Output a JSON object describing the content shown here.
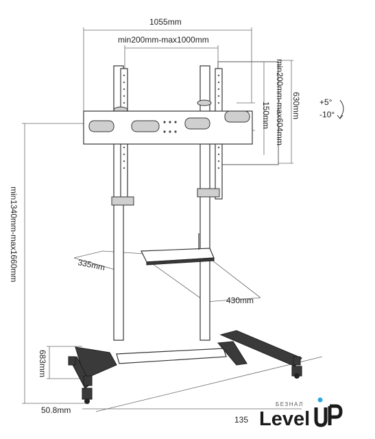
{
  "dimensions": {
    "overall_width": "1055mm",
    "vesa_horizontal": "min200mm-max1000mm",
    "vesa_vertical": "min200mm-max604mm",
    "plate_height": "630mm",
    "offset_150": "150mm",
    "height_range": "min1340mm-max1660mm",
    "shelf_depth": "335mm",
    "shelf_width": "430mm",
    "base_depth": "683mm",
    "caster": "50.8mm",
    "base_width": "135"
  },
  "tilt": {
    "up": "+5°",
    "down": "-10°"
  },
  "logo": {
    "tag": "БЕЗНАЛ",
    "brand": "Level"
  }
}
